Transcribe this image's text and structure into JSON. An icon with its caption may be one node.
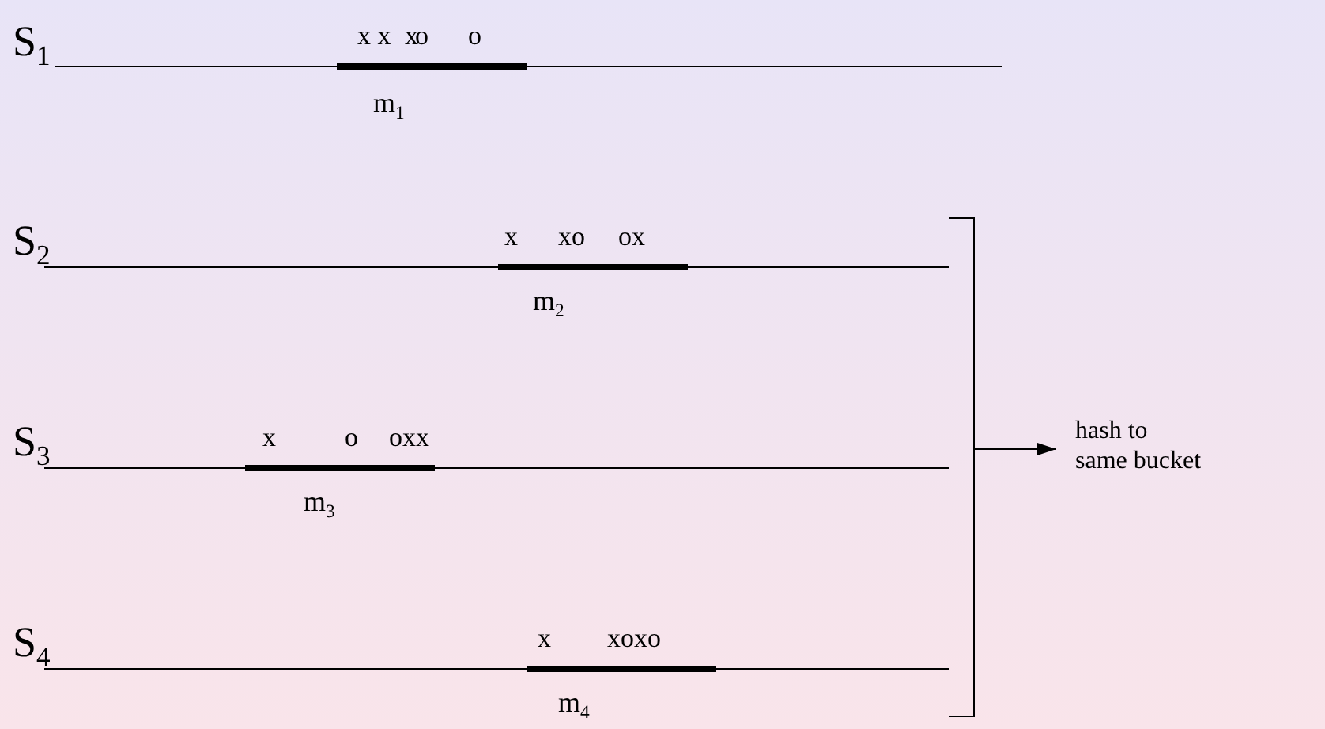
{
  "diagram": {
    "nodes": [
      {
        "text": [],
        "shape": "bracket"
      },
      {
        "text": [
          "hash to same bucket"
        ]
      }
    ],
    "edges": [
      {
        "from": 0,
        "to": 1,
        "arrow": "to"
      }
    ],
    "labels": [
      "S$_{1}$",
      "x x",
      "xo",
      "o",
      "m$_{1}$",
      "S$_{2}$",
      "x",
      "xo",
      "ox",
      "m$_{2}$",
      "S$_{3}$",
      "x",
      "o",
      "oxx",
      "m$_{3}$",
      "S$_{4}$",
      "x",
      "xoxo",
      "m$_{4}$"
    ]
  }
}
